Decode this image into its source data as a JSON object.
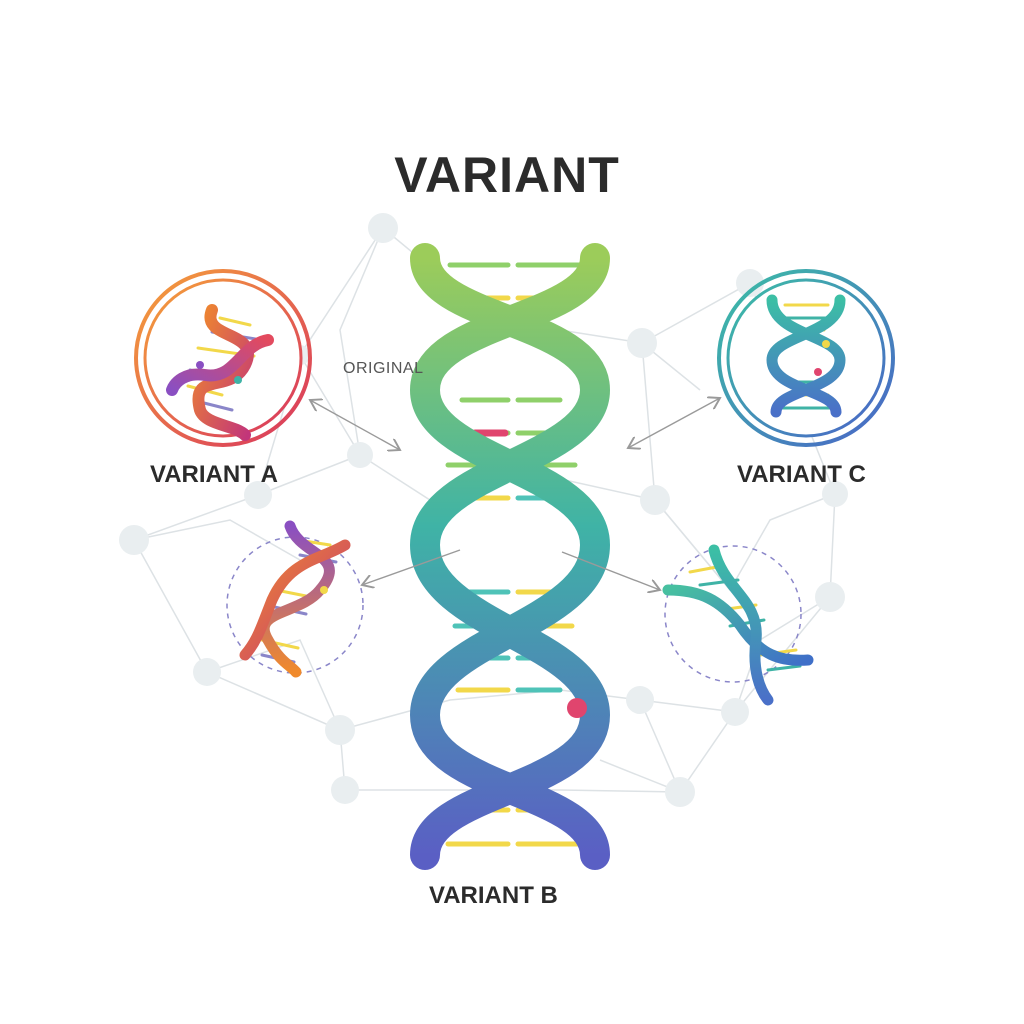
{
  "diagram": {
    "title": "VARIANT",
    "original_label": "ORIGINAL",
    "variant_a_label": "VARIANT A",
    "variant_b_label": "VARIANT B",
    "variant_c_label": "VARIANT C"
  },
  "colors": {
    "helix_top": "#9ccc5a",
    "helix_mid": "#3fb3a6",
    "helix_bottom": "#5a5fc4",
    "rung_green": "#8fd06a",
    "rung_yellow": "#f2d84a",
    "rung_teal": "#4fc3b8",
    "mutation_marker": "#e0456e",
    "network_node": "#e9eef0",
    "network_line": "#d8dee2",
    "arrow": "#9a9a9a",
    "circle_dashed": "#8a86c9"
  }
}
